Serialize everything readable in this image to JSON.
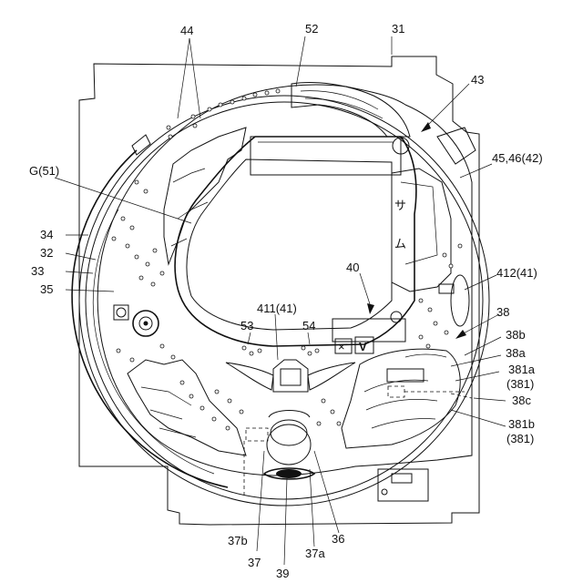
{
  "labels": {
    "l31": "31",
    "l44": "44",
    "l52": "52",
    "l43": "43",
    "l45": "45,46(42)",
    "lG": "G(51)",
    "l34": "34",
    "l32": "32",
    "l33": "33",
    "l35": "35",
    "l40": "40",
    "l412": "412(41)",
    "l411": "411(41)",
    "l38": "38",
    "l38b": "38b",
    "l38a": "38a",
    "l381a": "381a",
    "l381a2": "(381)",
    "l38c": "38c",
    "l381b": "381b",
    "l381b2": "(381)",
    "l53": "53",
    "l54": "54",
    "l37b": "37b",
    "l37": "37",
    "l39": "39",
    "l37a": "37a",
    "l36": "36"
  },
  "symbols": {
    "x_mark": "×",
    "v_mark": "V"
  }
}
